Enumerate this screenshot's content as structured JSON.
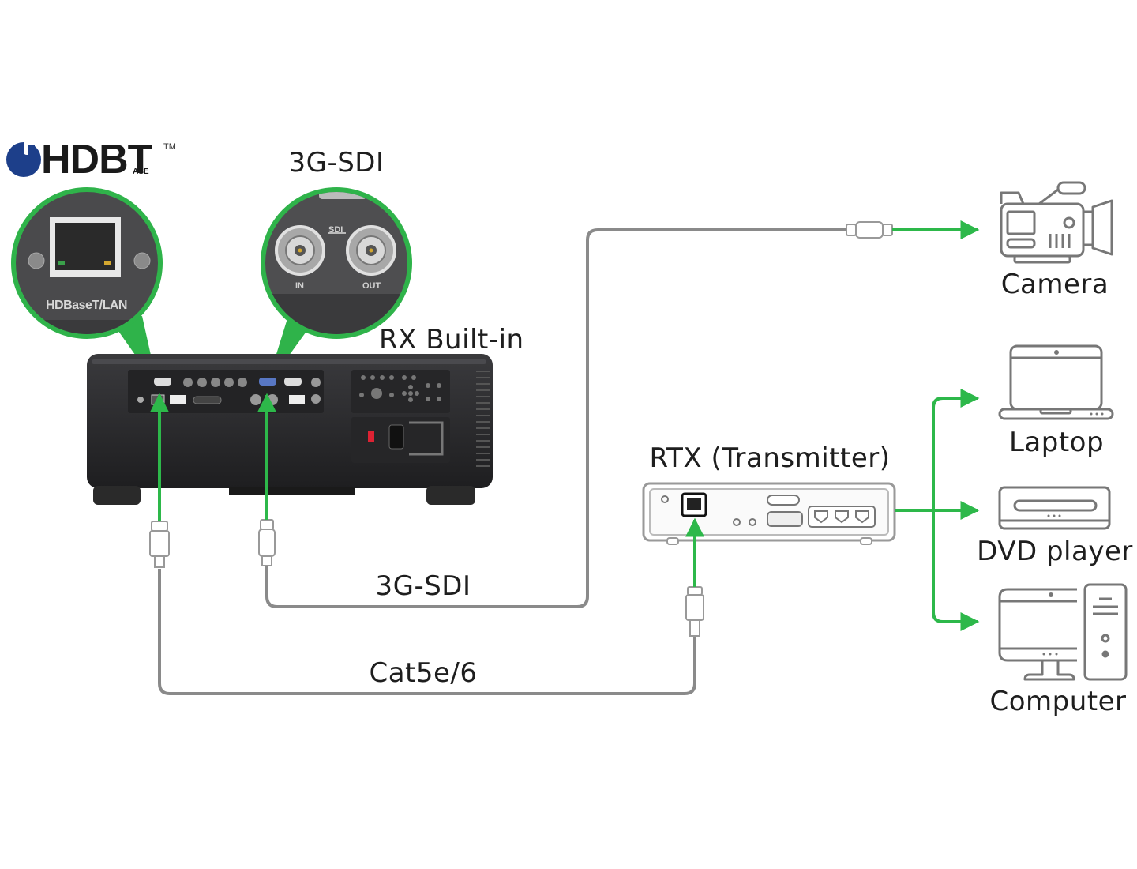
{
  "logo": {
    "brand_text": "HDBT",
    "brand_suffix": "ASE",
    "trademark": "TM"
  },
  "colors": {
    "signal_green": "#2db84a",
    "cable_gray": "#8a8a8a",
    "device_dark": "#2b2b2d",
    "callout_ring": "#2fb34a",
    "icon_gray": "#777777",
    "text": "#1e1e1e"
  },
  "callouts": {
    "hdbaset": {
      "port_label": "HDBaseT/LAN",
      "icon": "rj45-port-icon"
    },
    "sdi": {
      "title": "3G-SDI",
      "group_label": "SDI",
      "in_label": "IN",
      "out_label": "OUT",
      "icon": "bnc-connector-icon"
    }
  },
  "devices": {
    "projector": {
      "label": "RX Built-in",
      "icon": "projector-rear-panel-icon"
    },
    "transmitter": {
      "label": "RTX (Transmitter)",
      "icon": "transmitter-box-icon"
    }
  },
  "cables": {
    "sdi": {
      "label": "3G-SDI"
    },
    "cat": {
      "label": "Cat5e/6"
    }
  },
  "sources": [
    {
      "label": "Camera",
      "icon": "video-camera-icon"
    },
    {
      "label": "Laptop",
      "icon": "laptop-icon"
    },
    {
      "label": "DVD player",
      "icon": "dvd-player-icon"
    },
    {
      "label": "Computer",
      "icon": "desktop-computer-icon"
    }
  ]
}
